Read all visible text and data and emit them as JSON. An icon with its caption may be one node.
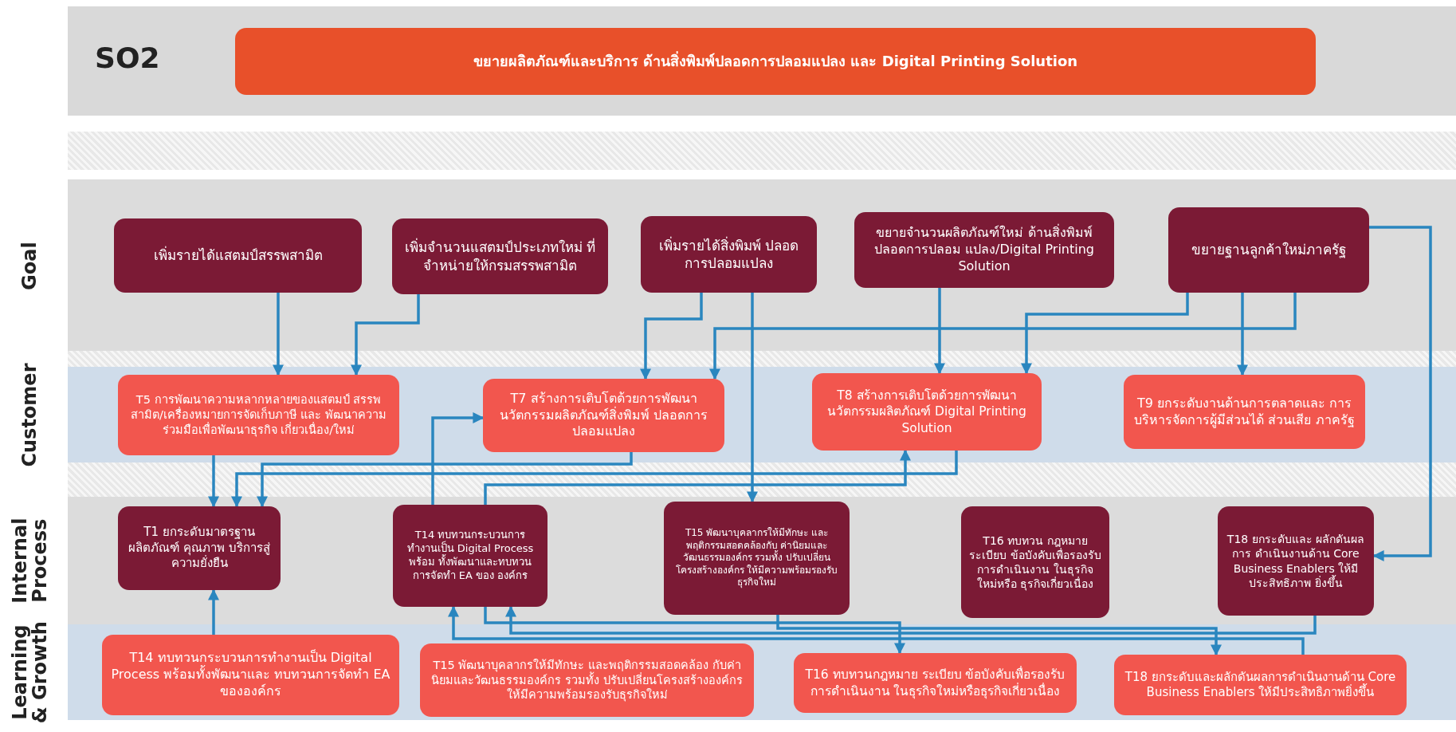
{
  "diagram": {
    "nodes": [
      {
        "text": [
          "ขยายผลิตภัณฑ์และบริการ ด้านสิ่งพิมพ์ปลอดการปลอมแปลง และ Digital Printing Solution"
        ]
      },
      {
        "text": [
          "เพิ่มรายได้แสตมป์สรรพสามิต"
        ]
      },
      {
        "text": [
          "เพิ่มจำนวนแสตมป์ประเภทใหม่ ที่จำหน่ายให้กรมสรรพสามิต"
        ]
      },
      {
        "text": [
          "เพิ่มรายได้สิ่งพิมพ์ ปลอด การปลอมแปลง"
        ]
      },
      {
        "text": [
          "ขยายจำนวนผลิตภัณฑ์ใหม่ ด้านสิ่งพิมพ์ปลอดการปลอม แปลง/Digital Printing Solution"
        ]
      },
      {
        "text": [
          "ขยายฐานลูกค้าใหม่ภาครัฐ"
        ]
      },
      {
        "text": [
          "T5 การพัฒนาความหลากหลายของแสตมป์ สรรพสามิต/เครื่องหมายการจัดเก็บภาษี และ พัฒนาความร่วมมือเพื่อพัฒนาธุรกิจ เกี่ยวเนื่อง/ใหม่"
        ]
      },
      {
        "text": [
          "T7 สร้างการเติบโตด้วยการพัฒนา นวัตกรรมผลิตภัณฑ์สิ่งพิมพ์ ปลอดการปลอมแปลง"
        ]
      },
      {
        "text": [
          "T8 สร้างการเติบโตด้วยการพัฒนา นวัตกรรมผลิตภัณฑ์ Digital Printing Solution"
        ]
      },
      {
        "text": [
          "T9 ยกระดับงานด้านการตลาดและ การบริหารจัดการผู้มีส่วนได้ ส่วนเสีย ภาครัฐ"
        ]
      },
      {
        "text": [
          "T1 ยกระดับมาตรฐาน ผลิตภัณฑ์ คุณภาพ บริการสู่ความยั่งยืน"
        ]
      },
      {
        "text": [
          "T14 ทบทวนกระบวนการ ทำงานเป็น Digital Process พร้อม ทั้งพัฒนาและทบทวน การจัดทำ EA ของ องค์กร"
        ]
      },
      {
        "text": [
          "T15 พัฒนาบุคลากรให้มีทักษะ และพฤติกรรมสอดคล้องกับ ค่านิยมและวัฒนธรรมองค์กร รวมทั้ง ปรับเปลี่ยน โครงสร้างองค์กร ให้มีความพร้อมรองรับ ธุรกิจใหม่"
        ]
      },
      {
        "text": [
          "T16 ทบทวน กฎหมาย ระเบียบ ข้อบังคับเพื่อรองรับ การดำเนินงาน ในธุรกิจใหม่หรือ ธุรกิจเกี่ยวเนื่อง"
        ]
      },
      {
        "text": [
          "T18 ยกระดับและ ผลักดันผลการ ดำเนินงานด้าน Core Business Enablers ให้มีประสิทธิภาพ ยิ่งขึ้น"
        ]
      },
      {
        "text": [
          "T14 ทบทวนกระบวนการทำงานเป็น Digital Process พร้อมทั้งพัฒนาและ ทบทวนการจัดทำ EA ขององค์กร"
        ]
      },
      {
        "text": [
          "T15 พัฒนาบุคลากรให้มีทักษะ และพฤติกรรมสอดคล้อง กับค่านิยมและวัฒนธรรมองค์กร รวมทั้ง ปรับเปลี่ยนโครงสร้างองค์กร ให้มีความพร้อมรองรับธุรกิจใหม่"
        ]
      },
      {
        "text": [
          "T16 ทบทวนกฎหมาย ระเบียบ ข้อบังคับเพื่อรองรับการดำเนินงาน ในธุรกิจใหม่หรือธุรกิจเกี่ยวเนื่อง"
        ]
      },
      {
        "text": [
          "T18 ยกระดับและผลักดันผลการดำเนินงานด้าน Core Business Enablers ให้มีประสิทธิภาพยิ่งขึ้น"
        ]
      }
    ],
    "edges": [
      {
        "from": 1,
        "to": 6,
        "arrow": "to"
      },
      {
        "from": 2,
        "to": 6,
        "arrow": "to"
      },
      {
        "from": 3,
        "to": 7,
        "arrow": "to"
      },
      {
        "from": 3,
        "to": 12,
        "arrow": "to"
      },
      {
        "from": 4,
        "to": 8,
        "arrow": "to"
      },
      {
        "from": 5,
        "to": 8,
        "arrow": "to"
      },
      {
        "from": 5,
        "to": 7,
        "arrow": "to"
      },
      {
        "from": 5,
        "to": 9,
        "arrow": "to"
      },
      {
        "from": 5,
        "to": 14,
        "arrow": "to"
      },
      {
        "from": 6,
        "to": 10,
        "arrow": "to"
      },
      {
        "from": 7,
        "to": 10,
        "arrow": "to"
      },
      {
        "from": 8,
        "to": 10,
        "arrow": "to"
      },
      {
        "from": 11,
        "to": 7,
        "arrow": "to"
      },
      {
        "from": 11,
        "to": 8,
        "arrow": "to"
      },
      {
        "from": 15,
        "to": 10,
        "arrow": "to"
      },
      {
        "from": 11,
        "to": 17,
        "arrow": "to"
      },
      {
        "from": 12,
        "to": 18,
        "arrow": "to"
      },
      {
        "from": 14,
        "to": 11,
        "arrow": "to"
      },
      {
        "from": 18,
        "to": 11,
        "arrow": "to"
      }
    ],
    "labels": [
      "SO2",
      "Goal",
      "Customer",
      "Internal Process",
      "Learning & Growth"
    ]
  }
}
